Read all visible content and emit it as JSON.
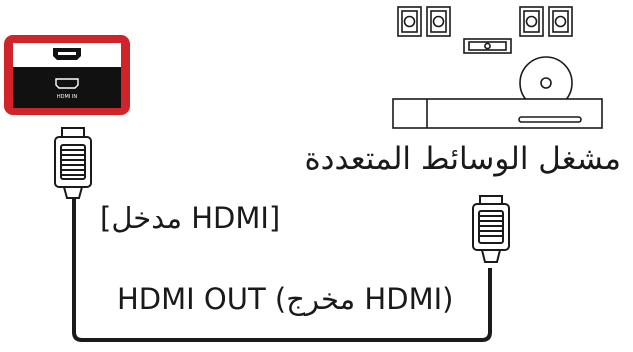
{
  "diagram": {
    "tv_port_text": "HDMI IN",
    "media_player_label": "مشغل الوسائط المتعددة",
    "hdmi_in_label": "[مدخل HDMI]",
    "hdmi_out_label": "HDMI OUT (مخرج HDMI)"
  },
  "colors": {
    "highlight": "#d0242a",
    "panel": "#111111",
    "line": "#1a1a1a"
  }
}
